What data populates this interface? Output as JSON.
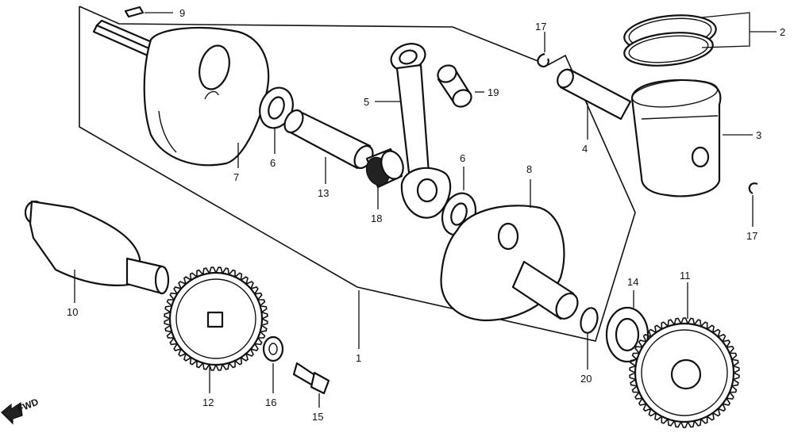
{
  "callouts": [
    {
      "id": "c9",
      "label": "9"
    },
    {
      "id": "c2",
      "label": "2"
    },
    {
      "id": "c17a",
      "label": "17"
    },
    {
      "id": "c19",
      "label": "19"
    },
    {
      "id": "c5",
      "label": "5"
    },
    {
      "id": "c3",
      "label": "3"
    },
    {
      "id": "c4",
      "label": "4"
    },
    {
      "id": "c6a",
      "label": "6"
    },
    {
      "id": "c7",
      "label": "7"
    },
    {
      "id": "c13",
      "label": "13"
    },
    {
      "id": "c6b",
      "label": "6"
    },
    {
      "id": "c8",
      "label": "8"
    },
    {
      "id": "c18",
      "label": "18"
    },
    {
      "id": "c17b",
      "label": "17"
    },
    {
      "id": "c10",
      "label": "10"
    },
    {
      "id": "c14",
      "label": "14"
    },
    {
      "id": "c11",
      "label": "11"
    },
    {
      "id": "c1",
      "label": "1"
    },
    {
      "id": "c20",
      "label": "20"
    },
    {
      "id": "c12",
      "label": "12"
    },
    {
      "id": "c16",
      "label": "16"
    },
    {
      "id": "c15",
      "label": "15"
    }
  ],
  "direction_label": "FWD"
}
